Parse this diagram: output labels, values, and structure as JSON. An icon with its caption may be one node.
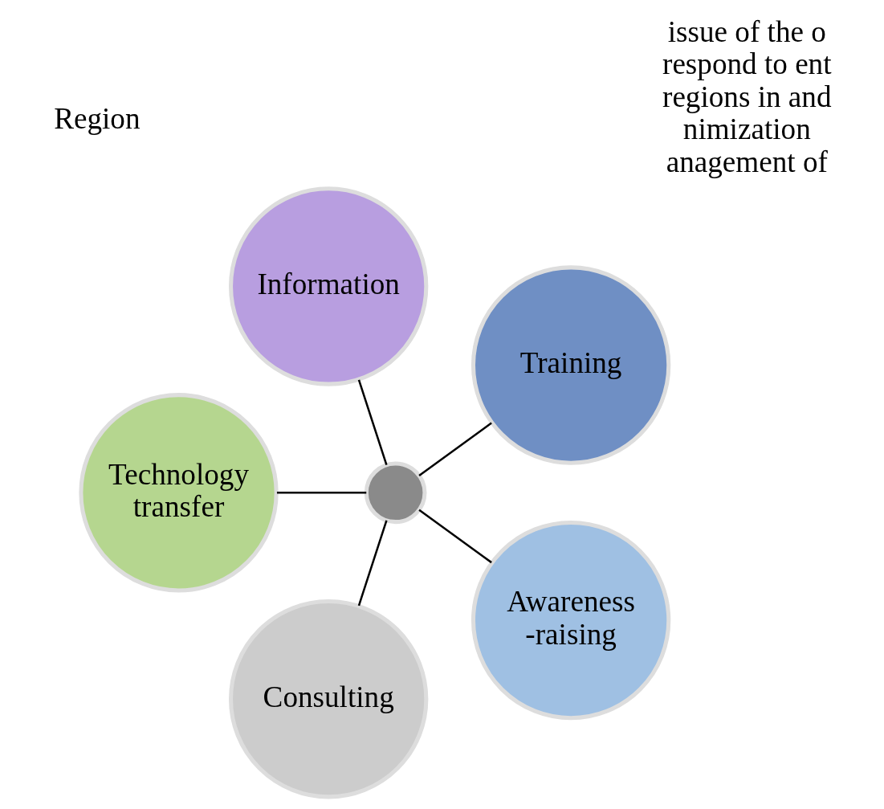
{
  "diagram": {
    "nodes": [
      {
        "text": [
          "Training"
        ]
      },
      {
        "text": [
          "Information"
        ]
      },
      {
        "text": [
          "Technology transfer"
        ]
      },
      {
        "text": [
          "Consulting"
        ]
      },
      {
        "text": [
          "Awareness -raising"
        ]
      },
      {
        "text": [],
        "shape": "circle"
      }
    ],
    "edges": [
      {
        "from": 0,
        "to": 5,
        "arrow": "none"
      },
      {
        "from": 1,
        "to": 5,
        "arrow": "none"
      },
      {
        "from": 2,
        "to": 5,
        "arrow": "none"
      },
      {
        "from": 3,
        "to": 5,
        "arrow": "none"
      },
      {
        "from": 4,
        "to": 5,
        "arrow": "none"
      }
    ],
    "labels": [
      "Region",
      "issue of the o respond to ent regions in and nimization anagement of"
    ]
  }
}
